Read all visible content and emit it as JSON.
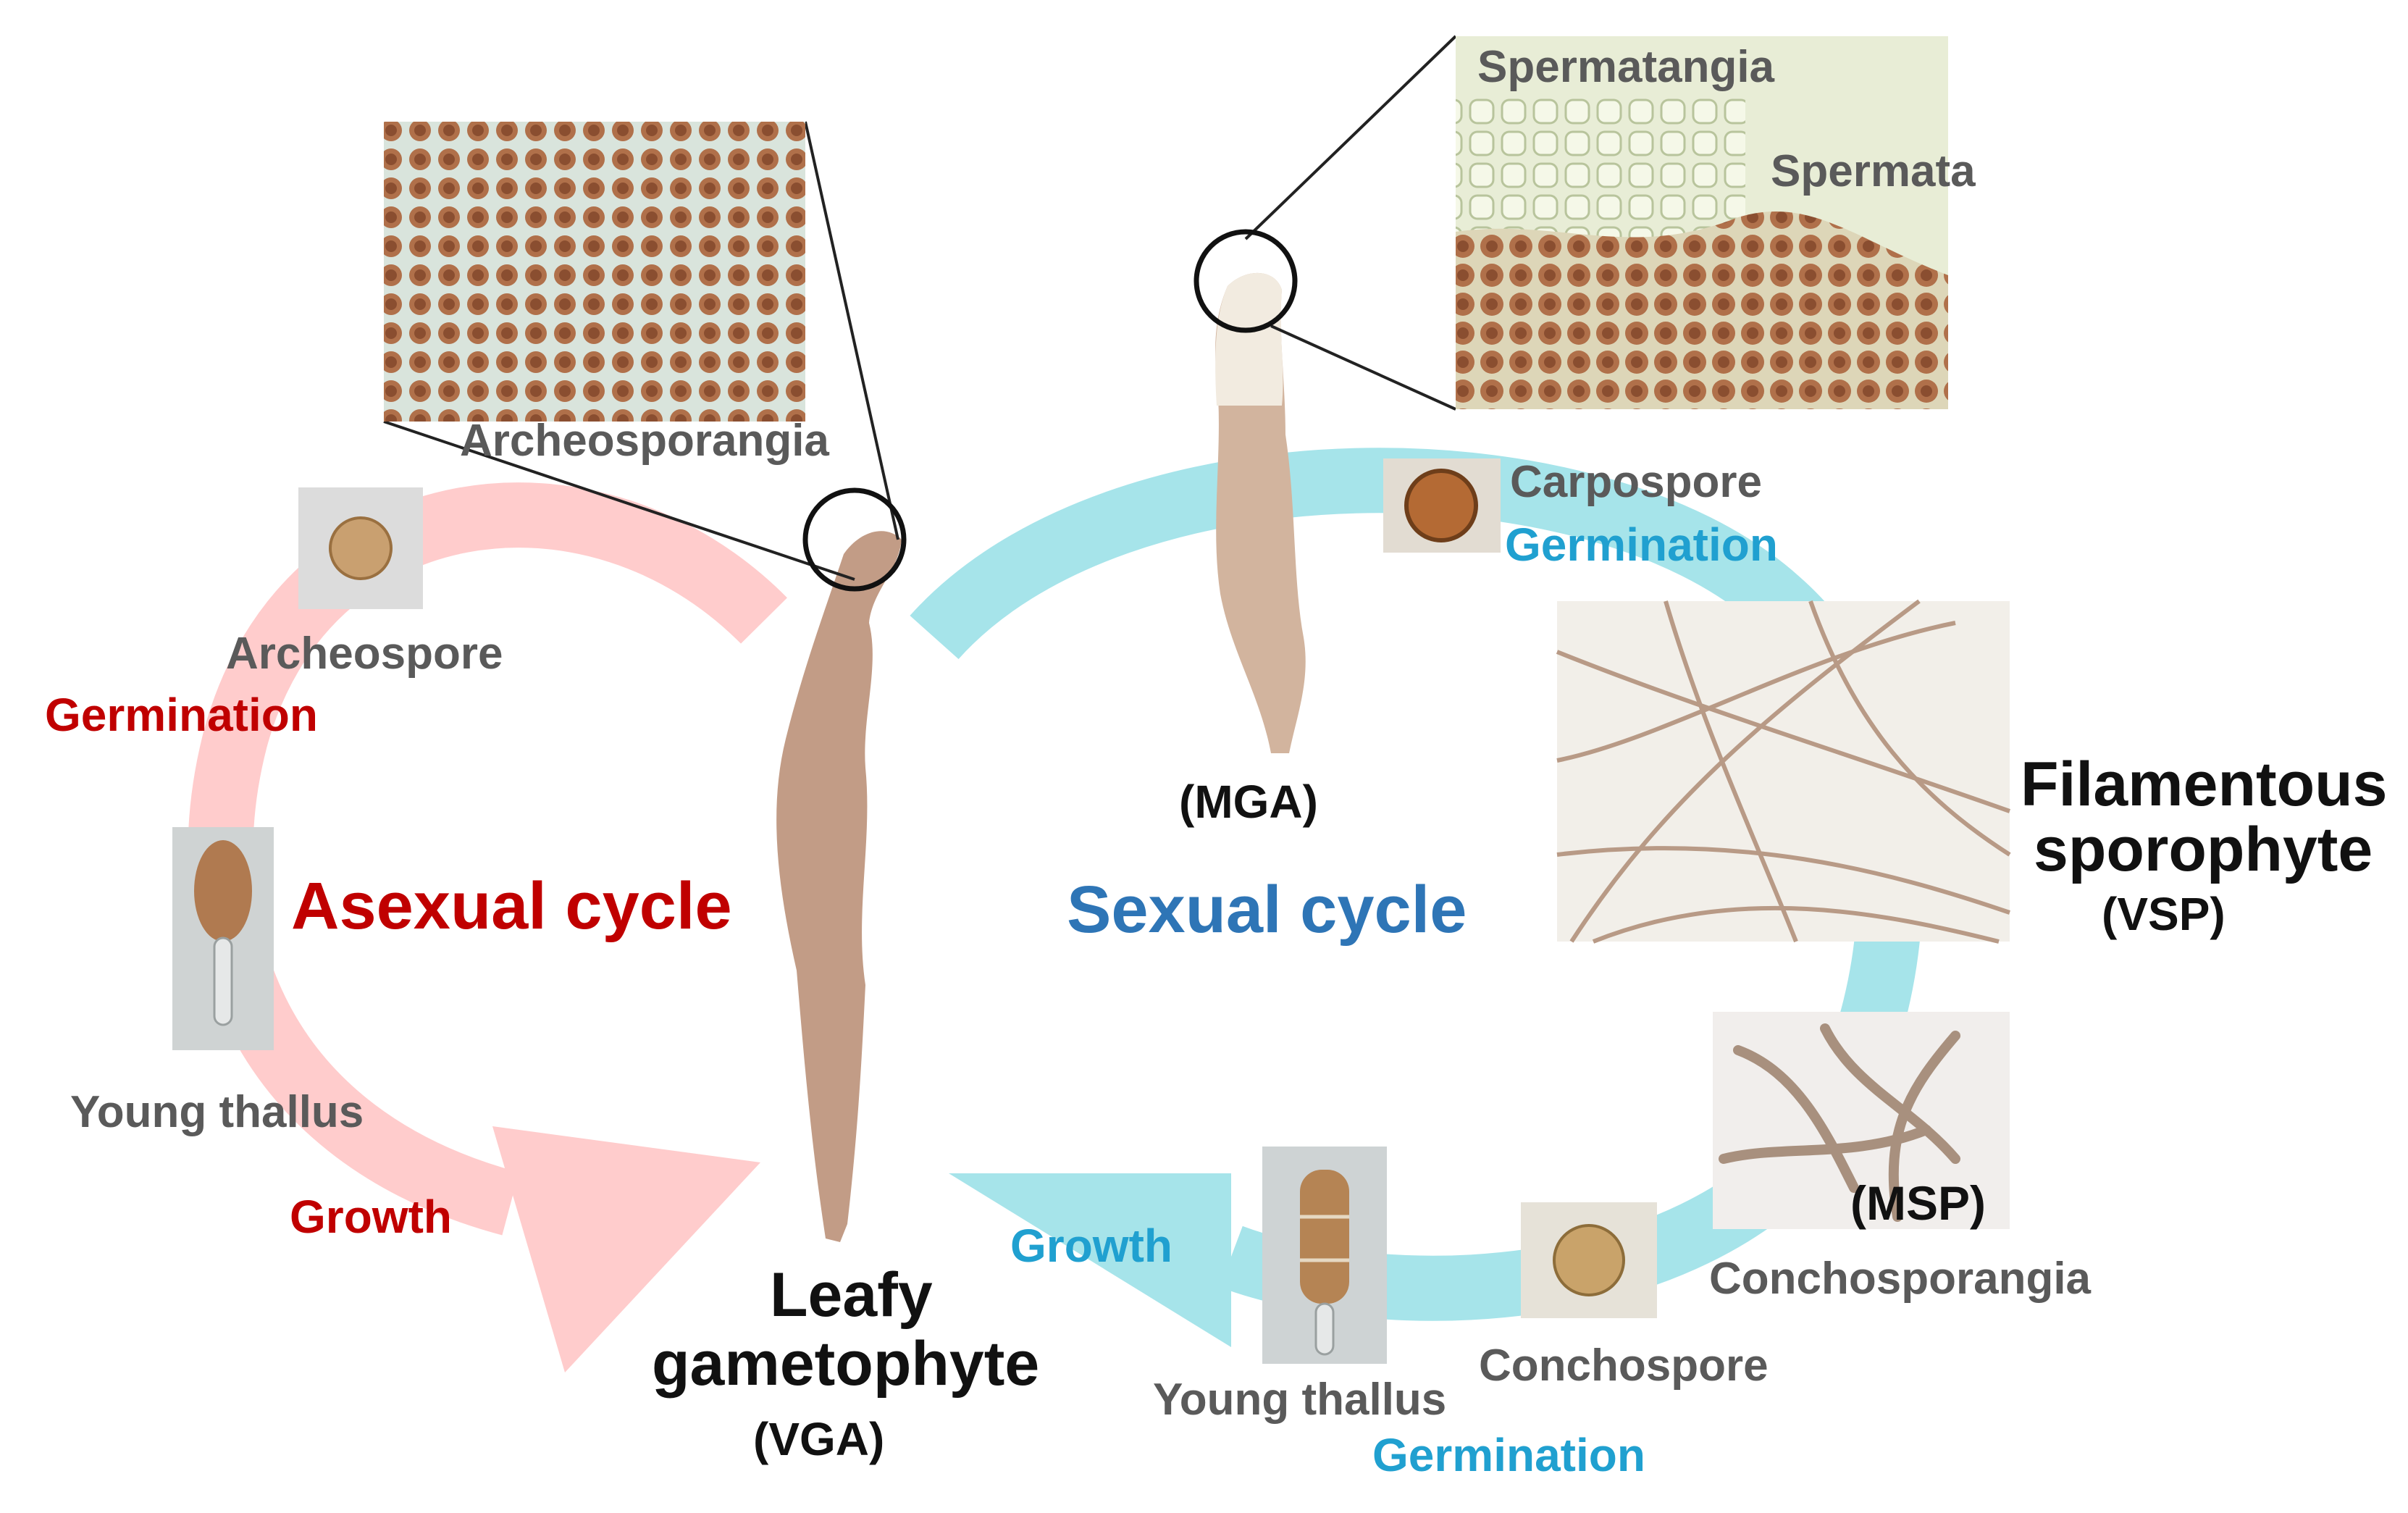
{
  "colors": {
    "asexual_arrow": "#ffcccc",
    "sexual_arrow": "#a6e4ea",
    "asexual_text": "#c00000",
    "sexual_cycle_text": "#2e75b6",
    "germination_growth_text": "#20a0d0",
    "label_gray": "#5a5a5a",
    "thallus": "#c29c86"
  },
  "cycles": {
    "asexual": "Asexual cycle",
    "sexual": "Sexual cycle"
  },
  "asexual": {
    "archeosporangia": "Archeosporangia",
    "archeospore": "Archeospore",
    "germination": "Germination",
    "young_thallus": "Young thallus",
    "growth": "Growth"
  },
  "sexual": {
    "spermatangia": "Spermatangia",
    "spermata": "Spermata",
    "carpospore": "Carpospore",
    "germination_top": "Germination",
    "mga": "(MGA)",
    "filamentous_line1": "Filamentous",
    "filamentous_line2": "sporophyte",
    "vsp": "(VSP)",
    "msp": "(MSP)",
    "conchosporangia": "Conchosporangia",
    "conchospore": "Conchospore",
    "germination_bottom": "Germination",
    "young_thallus": "Young thallus",
    "growth": "Growth"
  },
  "leafy": {
    "line1": "Leafy",
    "line2": "gametophyte",
    "vga": "(VGA)"
  },
  "icons": {
    "micrograph_photo": "micrograph-photo",
    "magnify_circle": "magnify-circle-icon"
  }
}
